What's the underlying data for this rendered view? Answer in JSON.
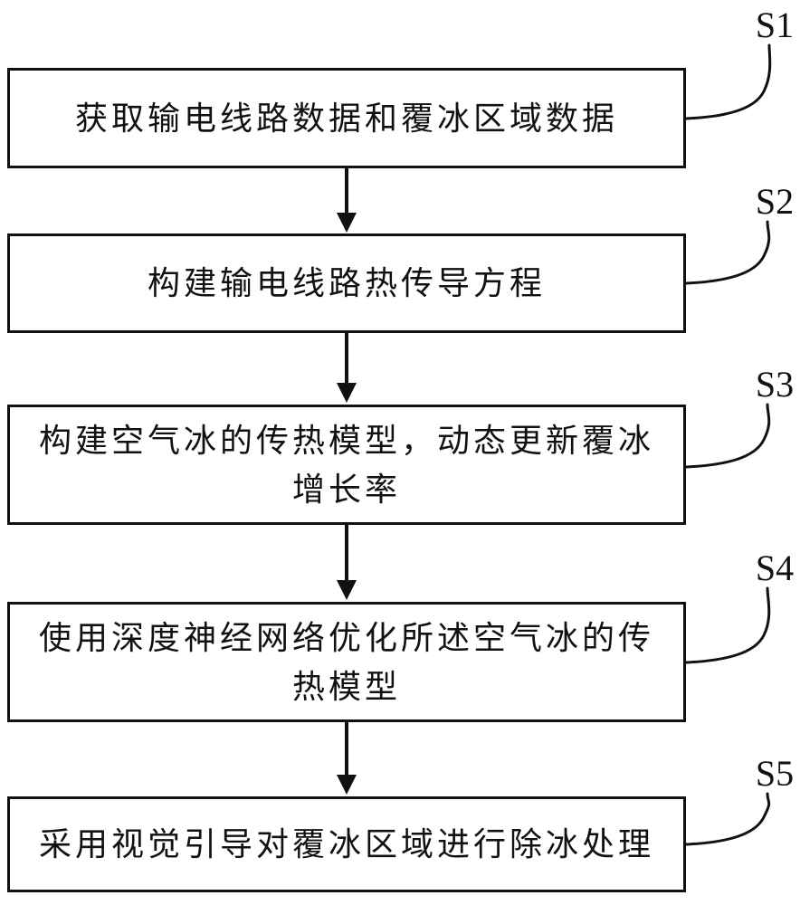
{
  "figure": {
    "background": "#ffffff",
    "stroke_color": "#111111"
  },
  "steps": [
    {
      "id": "S1",
      "label": "获取输电线路数据和覆冰区域数据"
    },
    {
      "id": "S2",
      "label": "构建输电线路热传导方程"
    },
    {
      "id": "S3",
      "label": "构建空气冰的传热模型，动态更新覆冰增长率"
    },
    {
      "id": "S4",
      "label": "使用深度神经网络优化所述空气冰的传热模型"
    },
    {
      "id": "S5",
      "label": "采用视觉引导对覆冰区域进行除冰处理"
    }
  ]
}
